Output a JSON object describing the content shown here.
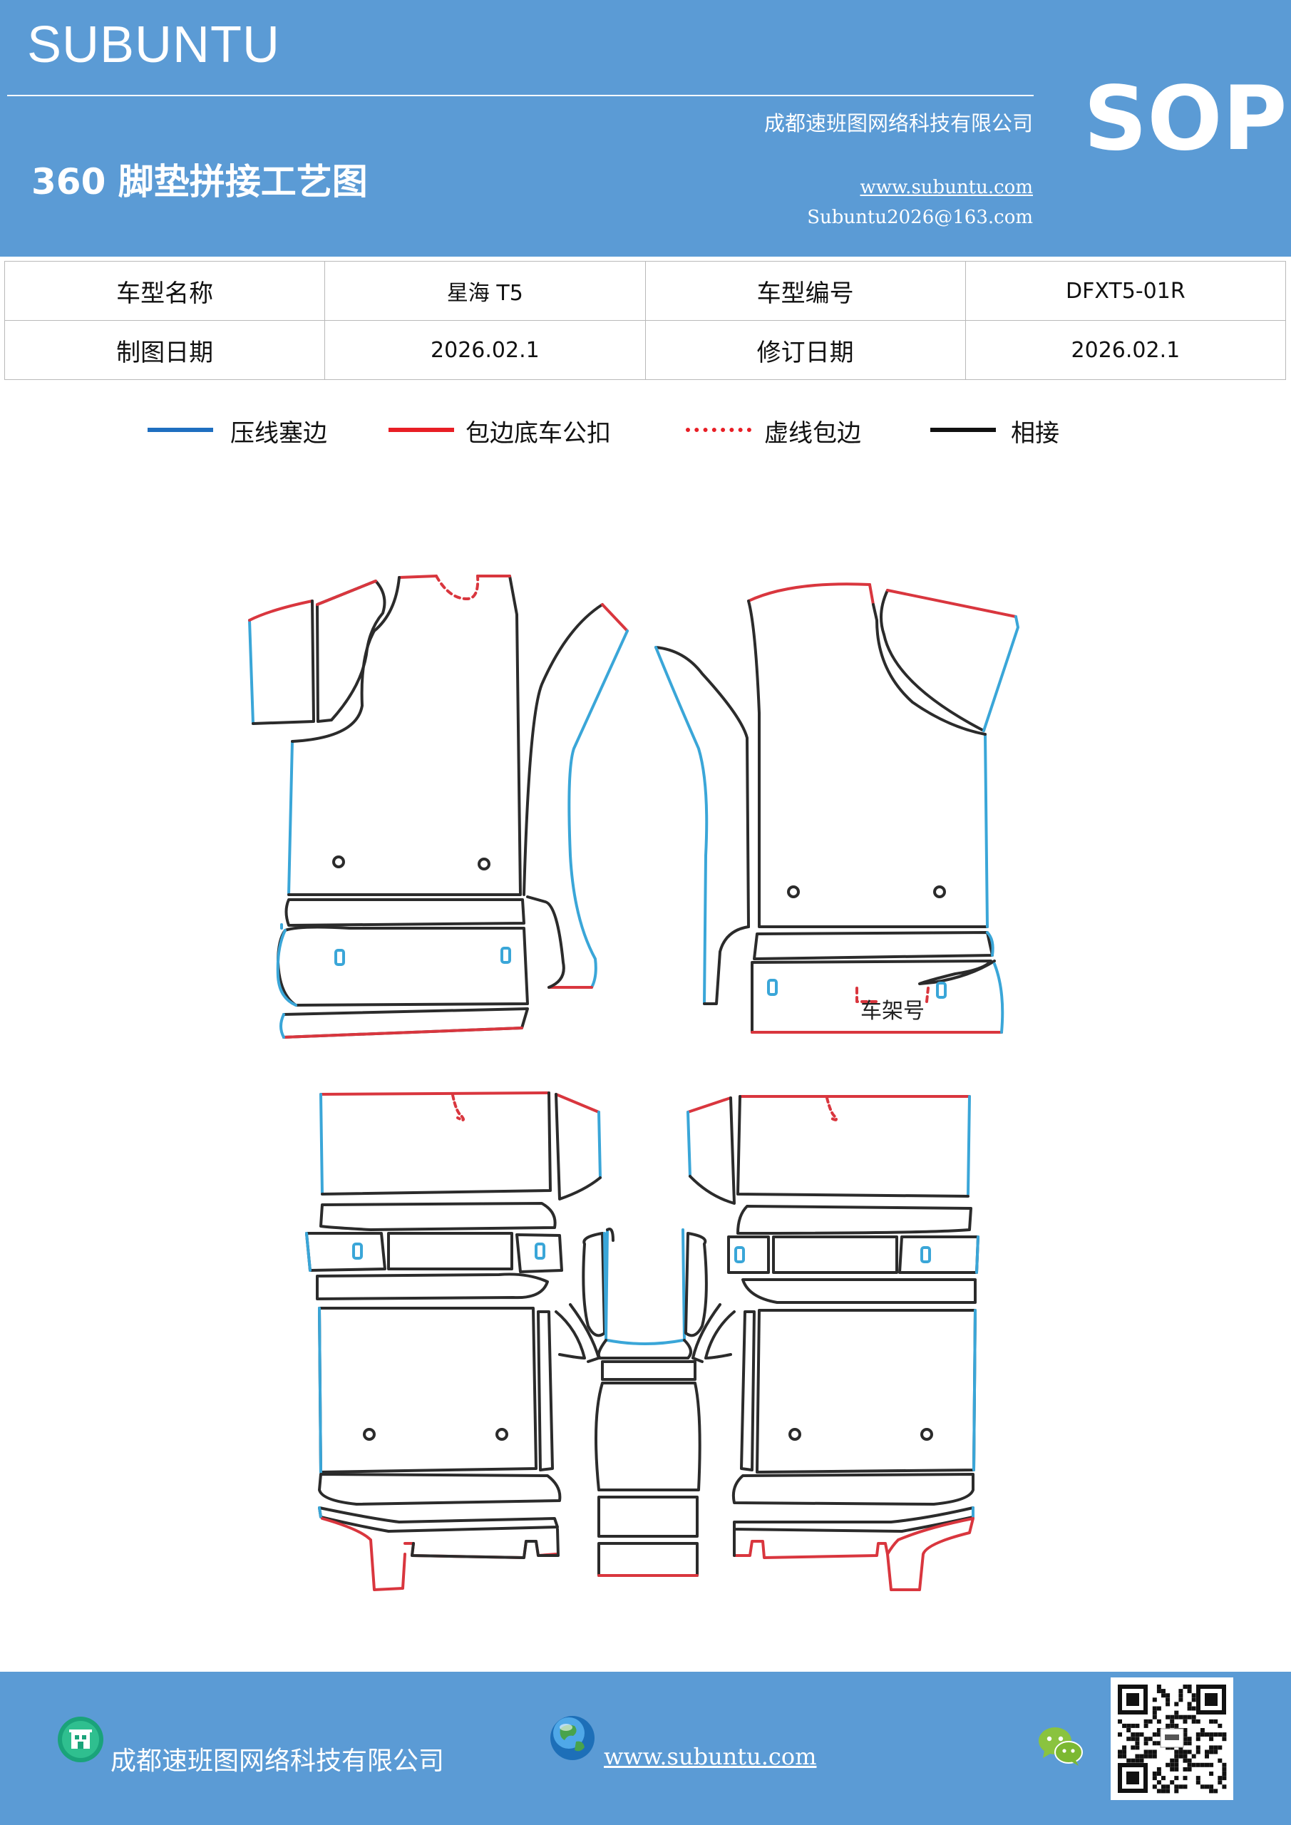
{
  "header": {
    "brand": "SUBUNTU",
    "company": "成都速班图网络科技有限公司",
    "title": "360 脚垫拼接工艺图",
    "url": "www.subuntu.com",
    "email": "Subuntu2026@163.com",
    "badge": "SOP"
  },
  "info": {
    "model_name_label": "车型名称",
    "model_name_value": "星海 T5",
    "model_code_label": "车型编号",
    "model_code_value": "DFXT5-01R",
    "draw_date_label": "制图日期",
    "draw_date_value": "2026.02.1",
    "revise_date_label": "修订日期",
    "revise_date_value": "2026.02.1"
  },
  "legend": [
    {
      "label": "压线塞边",
      "color": "#1f6fc0",
      "style": "solid"
    },
    {
      "label": "包边底车公扣",
      "color": "#e81e25",
      "style": "solid"
    },
    {
      "label": "虚线包边",
      "color": "#e81e25",
      "style": "dotted"
    },
    {
      "label": "相接",
      "color": "#111111",
      "style": "solid"
    }
  ],
  "diagram": {
    "vin_label": "车架号",
    "colors": {
      "press": "#3aa6d8",
      "bind": "#d9363e",
      "join": "#2b2b2b"
    }
  },
  "footer": {
    "company": "成都速班图网络科技有限公司",
    "url": "www.subuntu.com",
    "icons": [
      "building-icon",
      "globe-icon",
      "wechat-icon",
      "qr-code"
    ]
  }
}
